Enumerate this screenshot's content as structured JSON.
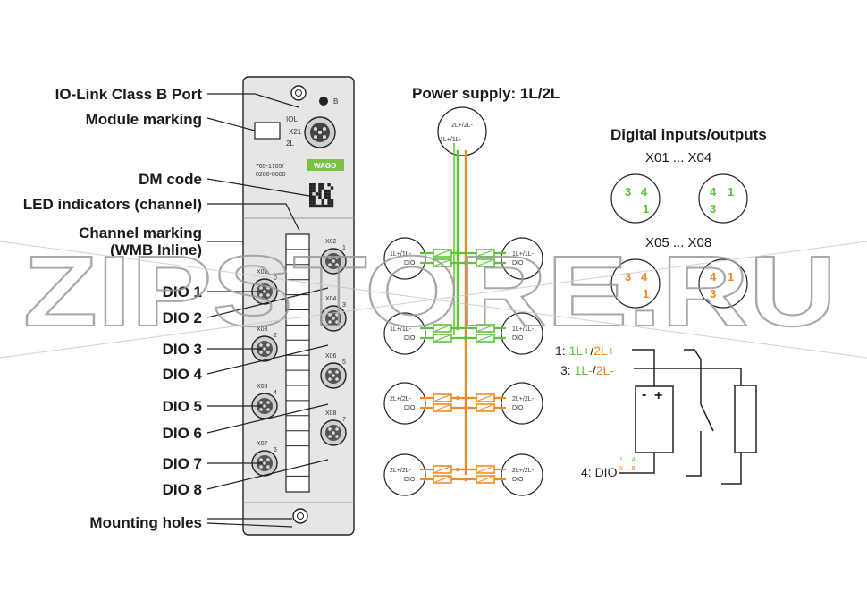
{
  "watermark": "ZIPSTORE.RU",
  "colors": {
    "green": "#5ec437",
    "orange": "#f08a24",
    "grey": "#e6e6e6",
    "line": "#222222"
  },
  "left_labels": {
    "iolink": "IO-Link Class B Port",
    "module_marking": "Module marking",
    "dm_code": "DM code",
    "led": "LED indicators (channel)",
    "channel_marking_1": "Channel marking",
    "channel_marking_2": "(WMB Inline)",
    "dio1": "DIO 1",
    "dio2": "DIO 2",
    "dio3": "DIO 3",
    "dio4": "DIO 4",
    "dio5": "DIO 5",
    "dio6": "DIO 6",
    "dio7": "DIO 7",
    "dio8": "DIO 8",
    "mounting": "Mounting holes"
  },
  "module": {
    "port_b": "B",
    "iol": "IOL",
    "x21": "X21",
    "twol": "2L",
    "part1": "765-1705/",
    "part2": "0200-0000",
    "brand": "WAGO",
    "ports": {
      "x01": "X01",
      "x02": "X02",
      "x03": "X03",
      "x04": "X04",
      "x05": "X05",
      "x06": "X06",
      "x07": "X07",
      "x08": "X08",
      "n0": "0",
      "n1": "1",
      "n2": "2",
      "n3": "3",
      "n4": "4",
      "n5": "5",
      "n6": "6",
      "n7": "7"
    }
  },
  "power": {
    "title": "Power supply: 1L/2L",
    "top_a": "2L+/2L-",
    "top_b": "1L+/1L-",
    "l1a": "1L+/1L-",
    "l1b": "DIO",
    "r1a": "1L+/1L-",
    "r1b": "DIO",
    "l2a": "1L+/1L-",
    "l2b": "DIO",
    "r2a": "1L+/1L-",
    "r2b": "DIO",
    "l3a": "2L+/2L-",
    "l3b": "DIO",
    "r3a": "2L+/2L-",
    "r3b": "DIO",
    "l4a": "2L+/2L-",
    "l4b": "DIO",
    "r4a": "2L+/2L-",
    "r4b": "DIO"
  },
  "digital": {
    "title": "Digital inputs/outputs",
    "range1": "X01 ... X04",
    "range2": "X05 ... X08",
    "a3": "3",
    "a4": "4",
    "a1": "1",
    "b4": "4",
    "b1": "1",
    "b3": "3",
    "c3": "3",
    "c4": "4",
    "c1": "1",
    "d4": "4",
    "d1": "1",
    "d3": "3",
    "w1_prefix": "1: ",
    "w1_green": "1L+",
    "w1_sep": "/",
    "w1_orange": "2L+",
    "w3_prefix": "3: ",
    "w3_green": "1L-",
    "w3_sep": "/",
    "w3_orange": "2L-",
    "w4": "4: DIO",
    "w4_top": "1 ... 4",
    "w4_bot": "5 ... 8",
    "minus": "-",
    "plus": "+"
  }
}
